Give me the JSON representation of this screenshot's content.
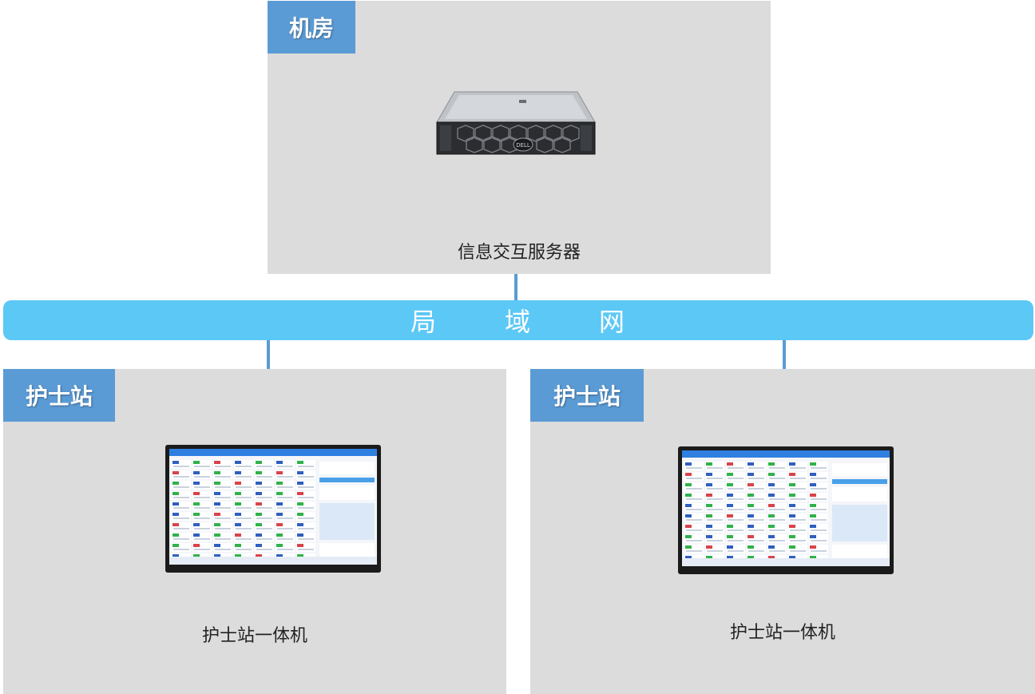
{
  "lan": {
    "chars": [
      "局",
      "域",
      "网"
    ]
  },
  "server_room": {
    "tag": "机房",
    "caption": "信息交互服务器"
  },
  "stations": [
    {
      "tag": "护士站",
      "caption": "护士站一体机"
    },
    {
      "tag": "护士站",
      "caption": "护士站一体机"
    }
  ],
  "colors": {
    "tag": "#5b9bd5",
    "lan": "#5bc8f5",
    "panel": "#dcdcdc",
    "connector": "#5b9bd5"
  },
  "icons": {
    "server": "rack-server-icon",
    "terminal": "all-in-one-terminal-icon"
  }
}
